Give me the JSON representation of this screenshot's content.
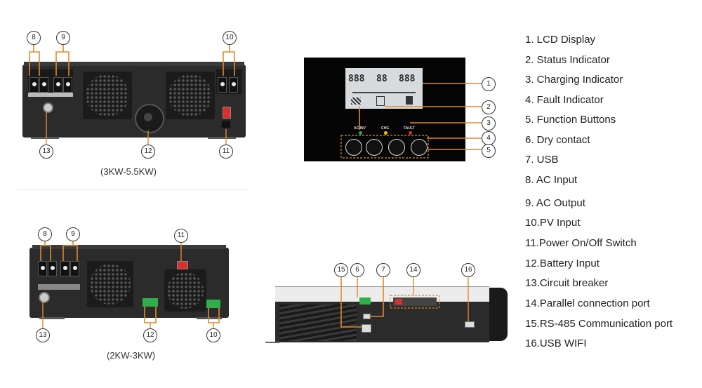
{
  "captions": {
    "top_left": "(3KW-5.5KW)",
    "bottom_left": "(2KW-3KW)"
  },
  "callouts": {
    "tl": [
      "8",
      "9",
      "10",
      "11",
      "12",
      "13"
    ],
    "panel": [
      "1",
      "2",
      "3",
      "4",
      "5"
    ],
    "bl": [
      "8",
      "9",
      "11",
      "12",
      "10",
      "13"
    ],
    "side": [
      "15",
      "6",
      "7",
      "14",
      "16"
    ]
  },
  "panel_labels": {
    "ac_inv": "AC/INV",
    "chg": "CHG",
    "fault": "FAULT"
  },
  "legend": [
    "1.  LCD Display",
    "2.  Status Indicator",
    "3.  Charging Indicator",
    "4.  Fault Indicator",
    "5.  Function Buttons",
    "6.  Dry contact",
    "7.  USB",
    "8.  AC Input",
    "9.  AC Output",
    "10.PV Input",
    "11.Power On/Off Switch",
    "12.Battery Input",
    "13.Circuit breaker",
    "14.Parallel connection port",
    "15.RS-485 Communication port",
    "16.USB WIFI"
  ],
  "colors": {
    "accent": "#e08a2a",
    "device": "#2b2b2b",
    "switch": "#d9302b",
    "terminal_green": "#2fae4b"
  }
}
